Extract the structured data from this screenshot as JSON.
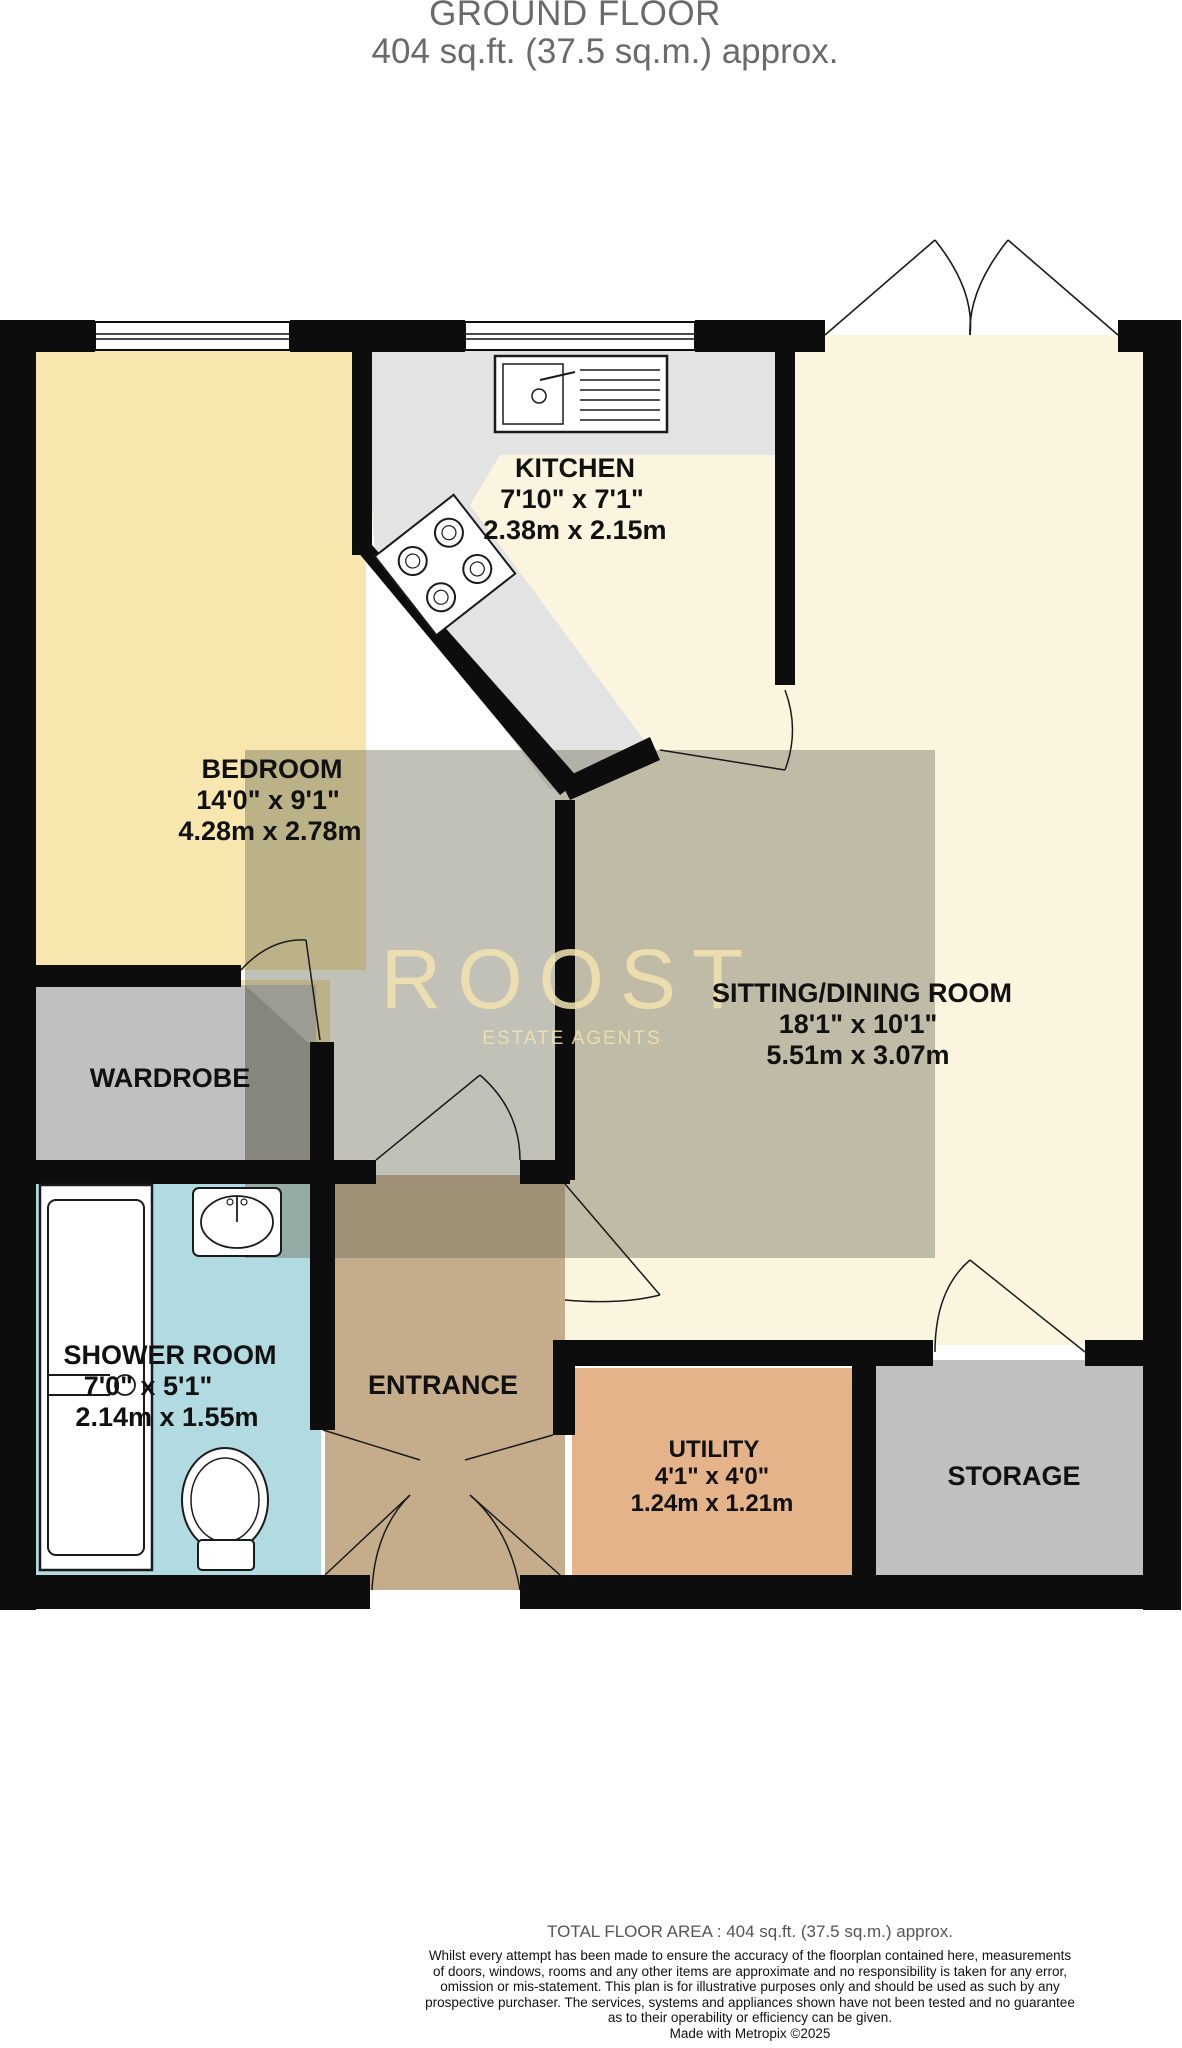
{
  "header": {
    "floor_name": "GROUND FLOOR",
    "floor_area": "404 sq.ft. (37.5 sq.m.) approx."
  },
  "rooms": {
    "kitchen": {
      "name": "KITCHEN",
      "imperial": "7'10\"  x 7'1\"",
      "metric": "2.38m  x 2.15m"
    },
    "bedroom": {
      "name": "BEDROOM",
      "imperial": "14'0\"  x 9'1\"",
      "metric": "4.28m  x 2.78m"
    },
    "sitting": {
      "name": "SITTING/DINING ROOM",
      "imperial": "18'1\"  x 10'1\"",
      "metric": "5.51m  x 3.07m"
    },
    "wardrobe": {
      "name": "WARDROBE"
    },
    "shower": {
      "name": "SHOWER ROOM",
      "imperial": "7'0\"  x 5'1\"",
      "metric": "2.14m  x 1.55m"
    },
    "entrance": {
      "name": "ENTRANCE"
    },
    "utility": {
      "name": "UTILITY",
      "imperial": "4'1\"  x 4'0\"",
      "metric": "1.24m  x 1.21m"
    },
    "storage": {
      "name": "STORAGE"
    }
  },
  "watermark": {
    "brand": "ROOST",
    "tagline": "ESTATE AGENTS"
  },
  "footer": {
    "total": "TOTAL FLOOR AREA : 404 sq.ft. (37.5 sq.m.) approx.",
    "disclaimer_lines": [
      "Whilst every attempt has been made to ensure the accuracy of the floorplan contained here, measurements",
      "of doors, windows, rooms and any other items are approximate and no responsibility is taken for any error,",
      "omission or mis-statement. This plan is for illustrative purposes only and should be used as such by any",
      "prospective purchaser. The services, systems and appliances shown have not been tested and no guarantee",
      "as to their operability or efficiency can be given."
    ],
    "made_with": "Made with Metropix ©2025"
  },
  "colors": {
    "wall": "#0d0d0d",
    "bedroom": "#f7e6ad",
    "kitchen_worktop": "#e3e3e3",
    "sitting": "#fbf5e0",
    "grey_rooms": "#c0c0c0",
    "shower": "#b2dae1",
    "entrance": "#c5ad8c",
    "utility": "#e4b38a",
    "watermark_box": "#8a8a6e"
  }
}
